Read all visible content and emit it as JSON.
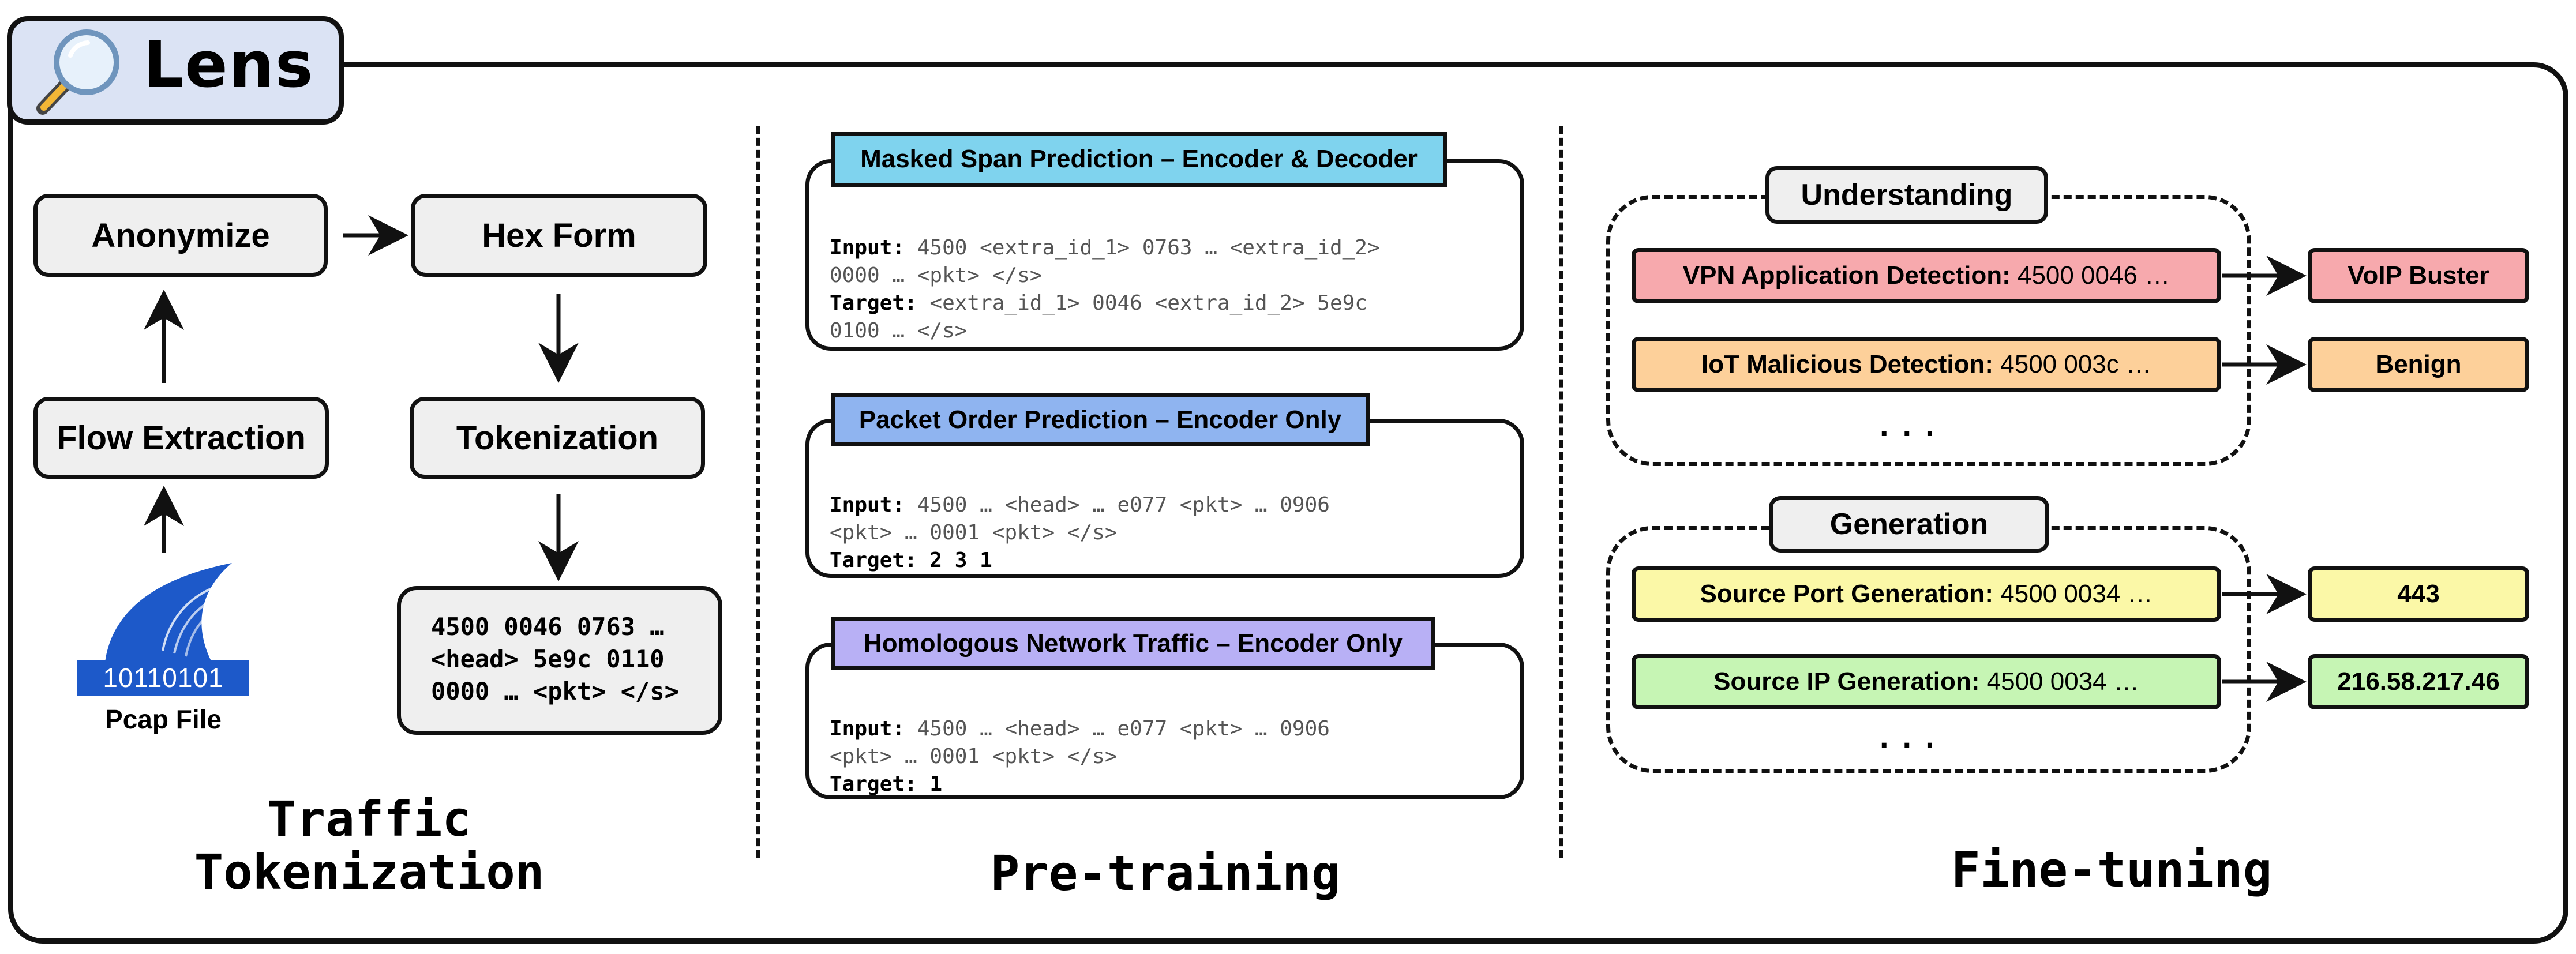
{
  "header": {
    "title": "Lens"
  },
  "tokenization": {
    "steps": {
      "anonymize": "Anonymize",
      "hex_form": "Hex Form",
      "flow_extraction": "Flow Extraction",
      "tokenization": "Tokenization"
    },
    "pcap": {
      "bits": "10110101",
      "label": "Pcap File"
    },
    "token_lines": [
      "4500 0046 0763 …",
      "<head> 5e9c 0110",
      "0000 … <pkt> </s>"
    ],
    "section_title_line1": "Traffic",
    "section_title_line2": "Tokenization"
  },
  "pretraining": {
    "tasks": [
      {
        "tag": "Masked Span Prediction – Encoder & Decoder",
        "input_label": "Input:",
        "input_line1": " 4500 <extra_id_1> 0763 … <extra_id_2>",
        "input_line2": "0000 … <pkt> </s>",
        "target_label": "Target:",
        "target_line1": " <extra_id_1> 0046 <extra_id_2> 5e9c",
        "target_line2": "0100 … </s>"
      },
      {
        "tag": "Packet Order Prediction – Encoder Only",
        "input_label": "Input:",
        "input_line1": " 4500 … <head> … e077 <pkt> … 0906",
        "input_line2": "<pkt> … 0001 <pkt> </s>",
        "target_label": "Target:",
        "target_value": " 2 3 1"
      },
      {
        "tag": "Homologous Network Traffic – Encoder Only",
        "input_label": "Input:",
        "input_line1": " 4500 … <head> … e077 <pkt> … 0906",
        "input_line2": "<pkt> … 0001 <pkt> </s>",
        "target_label": "Target:",
        "target_value": " 1"
      }
    ],
    "section_title": "Pre-training"
  },
  "finetuning": {
    "understanding": {
      "label": "Understanding",
      "rows": [
        {
          "task": "VPN Application Detection:",
          "input": " 4500 0046 …",
          "result": "VoIP Buster"
        },
        {
          "task": "IoT Malicious Detection:",
          "input": " 4500 003c …",
          "result": "Benign"
        }
      ],
      "ellipsis": "..."
    },
    "generation": {
      "label": "Generation",
      "rows": [
        {
          "task": "Source Port Generation:",
          "input": " 4500 0034 …",
          "result": "443"
        },
        {
          "task": "Source IP Generation:",
          "input": " 4500 0034 …",
          "result": "216.58.217.46"
        }
      ],
      "ellipsis": "..."
    },
    "section_title": "Fine-tuning"
  },
  "colors": {
    "title_tab": "#dbe3f4",
    "tag_masked": "#7fd3ee",
    "tag_order": "#8fb4f0",
    "tag_homologous": "#b8b0f5",
    "red": "#f7a9ad",
    "orange": "#fdd09a",
    "yellow": "#fbf8a7",
    "green": "#c6f5b4"
  }
}
